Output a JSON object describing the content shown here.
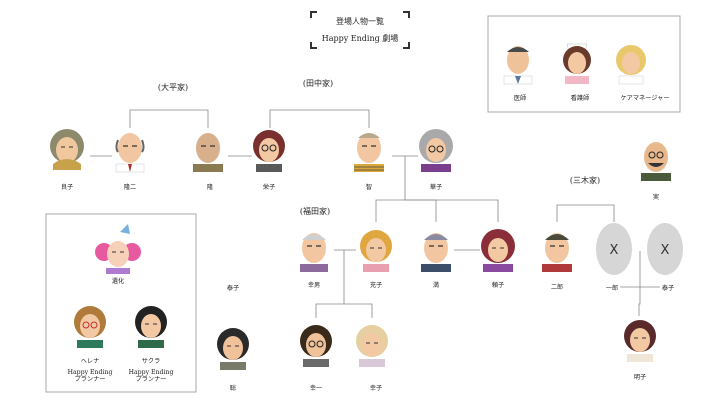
{
  "title_card": {
    "line1": "登場人物一覧",
    "line2": "Happy Ending 劇場"
  },
  "families": {
    "ohira": "(大平家)",
    "tanaka": "(田中家)",
    "fukuda": "(福田家)",
    "miki": "(三木家)"
  },
  "staff": [
    {
      "name": "医師",
      "icon": "doctor-icon"
    },
    {
      "name": "看護師",
      "icon": "nurse-icon"
    },
    {
      "name": "ケアマネージャー",
      "icon": "care-manager-icon"
    }
  ],
  "side_panel": [
    {
      "name": "遺化",
      "icon": "clown-spirit-icon"
    },
    {
      "name": "ヘレナ",
      "sub": "Happy Ending\nプランナー",
      "icon": "helena-icon"
    },
    {
      "name": "サクラ",
      "sub": "Happy Ending\nプランナー",
      "icon": "sakura-icon"
    }
  ],
  "people": {
    "yoshiko": "良子",
    "ryuji": "隆二",
    "takashi": "隆",
    "eiko": "栄子",
    "satoshi": "智",
    "hanako": "華子",
    "minoru": "実",
    "kouji": "幸男",
    "mitsuko": "充子",
    "mitsuru": "満",
    "yoriko": "頼子",
    "jiro": "二郎",
    "ichiro": "一郎",
    "taiko_right": "泰子",
    "akiko": "明子",
    "taiko_left": "泰子",
    "satoru": "聡",
    "koichi": "幸一",
    "sachiko": "幸子"
  },
  "placeholder_mark": "X"
}
